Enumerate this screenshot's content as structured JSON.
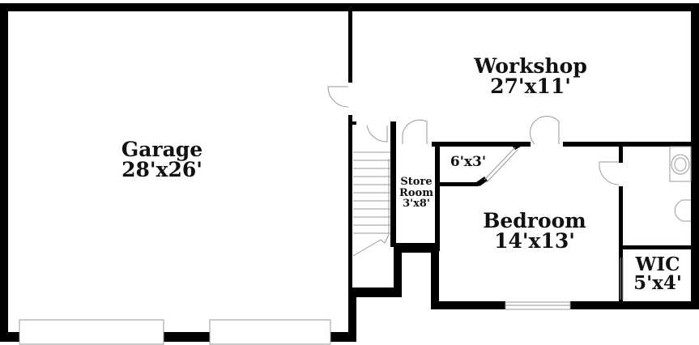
{
  "floorplan": {
    "colors": {
      "wall": "#000000",
      "fixture": "#9a9a9a",
      "background": "#ffffff",
      "text": "#111111"
    },
    "rooms": [
      {
        "id": "garage",
        "name": "Garage",
        "dimensions": "28'x26'"
      },
      {
        "id": "workshop",
        "name": "Workshop",
        "dimensions": "27'x11'"
      },
      {
        "id": "closet",
        "name": "",
        "dimensions": "6'x3'"
      },
      {
        "id": "store-room",
        "name": "Store Room",
        "name_line1": "Store",
        "name_line2": "Room",
        "dimensions": "3'x8'"
      },
      {
        "id": "bedroom",
        "name": "Bedroom",
        "dimensions": "14'x13'"
      },
      {
        "id": "wic",
        "name": "WIC",
        "dimensions": "5'x4'"
      }
    ]
  }
}
